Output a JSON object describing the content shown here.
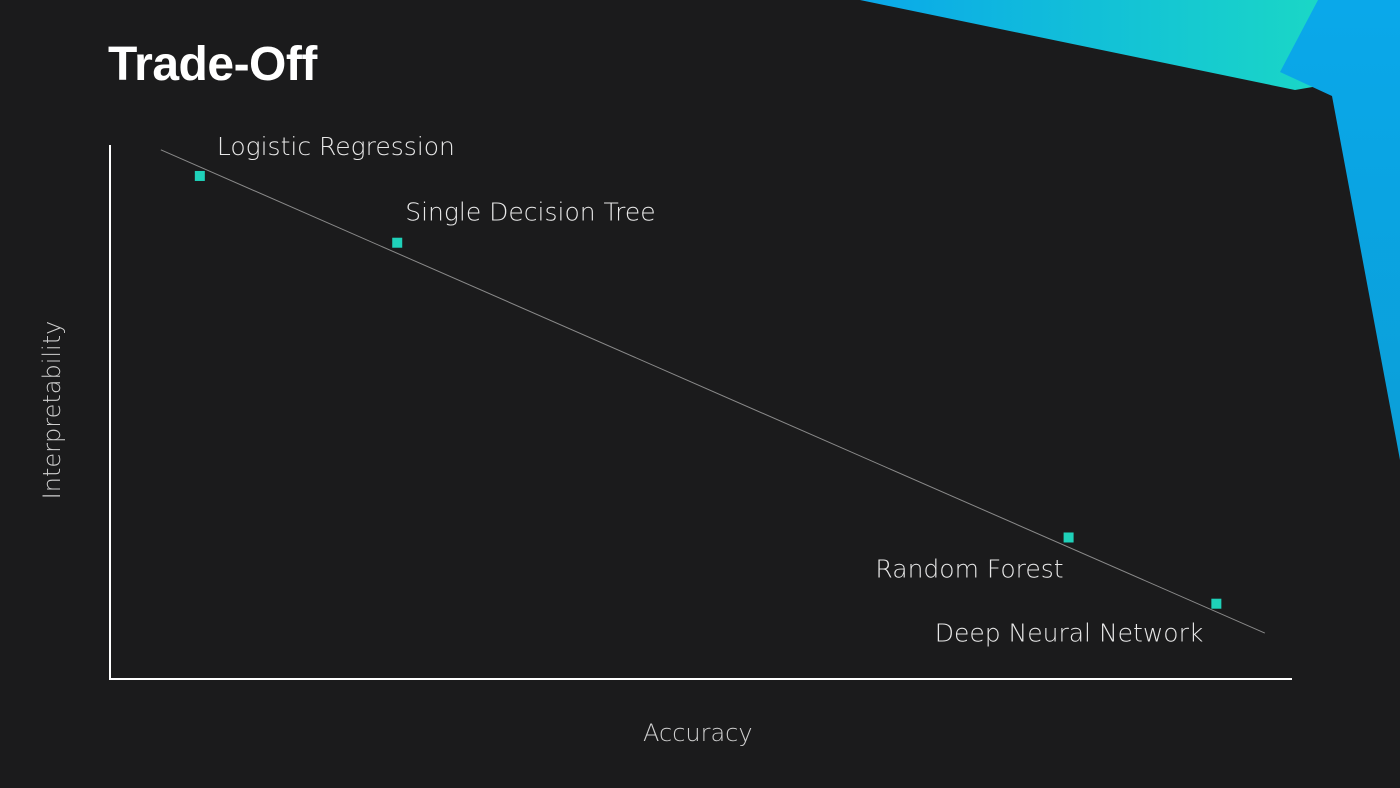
{
  "slide": {
    "title": "Trade-Off"
  },
  "colors": {
    "background": "#1b1b1c",
    "marker": "#1fd1b9",
    "trendline": "#8a8a8a",
    "axis": "#ffffff",
    "accent_teal": "#1ddfc0",
    "accent_blue": "#0aa8ea"
  },
  "chart_data": {
    "type": "scatter",
    "xlabel": "Accuracy",
    "ylabel": "Interpretability",
    "xlim": [
      0,
      100
    ],
    "ylim": [
      0,
      100
    ],
    "grid": false,
    "legend": "none",
    "points": [
      {
        "label": "Logistic Regression",
        "x": 7.6,
        "y": 94.2
      },
      {
        "label": "Single Decision Tree",
        "x": 24.3,
        "y": 81.7
      },
      {
        "label": "Random Forest",
        "x": 81.1,
        "y": 26.5
      },
      {
        "label": "Deep Neural Network",
        "x": 93.6,
        "y": 14.1
      }
    ],
    "trendline": {
      "x": [
        4.3,
        97.7
      ],
      "y": [
        99.1,
        8.6
      ]
    }
  }
}
